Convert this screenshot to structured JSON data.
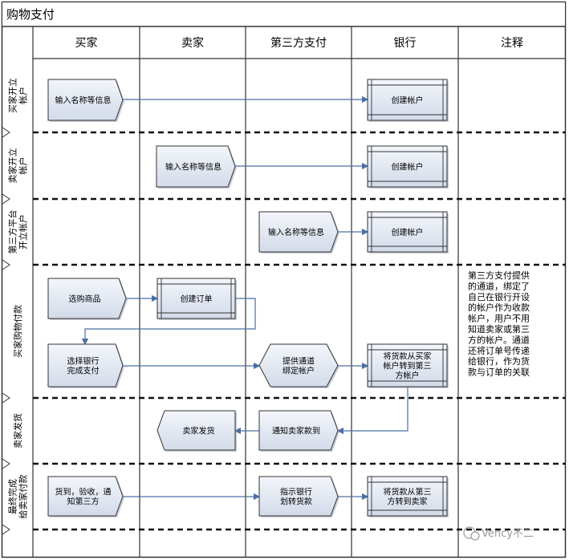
{
  "title": "购物支付",
  "lanes": [
    "买家",
    "卖家",
    "第三方支付",
    "银行",
    "注释"
  ],
  "phases": [
    {
      "id": "p1",
      "lines": [
        "买家开立",
        "帐户"
      ]
    },
    {
      "id": "p2",
      "lines": [
        "卖家开立",
        "帐户"
      ]
    },
    {
      "id": "p3",
      "lines": [
        "第三方平台",
        "开立帐户"
      ]
    },
    {
      "id": "p4",
      "lines": [
        "买家购物付款"
      ]
    },
    {
      "id": "p5",
      "lines": [
        "卖家发货"
      ]
    },
    {
      "id": "p6",
      "lines": [
        "最终完成",
        "给卖家付款"
      ]
    }
  ],
  "nodes": [
    {
      "id": "n1",
      "shape": "doc",
      "lines": [
        "输入名称等信息"
      ]
    },
    {
      "id": "n2",
      "shape": "proc",
      "lines": [
        "创建帐户"
      ]
    },
    {
      "id": "n3",
      "shape": "doc",
      "lines": [
        "输入名称等信息"
      ]
    },
    {
      "id": "n4",
      "shape": "proc",
      "lines": [
        "创建帐户"
      ]
    },
    {
      "id": "n5",
      "shape": "doc",
      "lines": [
        "输入名称等信息"
      ]
    },
    {
      "id": "n6",
      "shape": "proc",
      "lines": [
        "创建帐户"
      ]
    },
    {
      "id": "n7",
      "shape": "doc",
      "lines": [
        "选购商品"
      ]
    },
    {
      "id": "n8",
      "shape": "proc",
      "lines": [
        "创建订单"
      ]
    },
    {
      "id": "n9",
      "shape": "doc",
      "lines": [
        "选择银行",
        "完成支付"
      ]
    },
    {
      "id": "n10",
      "shape": "hex",
      "lines": [
        "提供通道",
        "绑定帐户"
      ]
    },
    {
      "id": "n11",
      "shape": "proc",
      "lines": [
        "将货款从买家",
        "帐户转到第三",
        "方帐户"
      ]
    },
    {
      "id": "n12",
      "shape": "docleft",
      "lines": [
        "卖家发货"
      ]
    },
    {
      "id": "n13",
      "shape": "doc",
      "lines": [
        "通知卖家款到"
      ]
    },
    {
      "id": "n14",
      "shape": "doc",
      "lines": [
        "货到，验收，通",
        "知第三方"
      ]
    },
    {
      "id": "n15",
      "shape": "doc",
      "lines": [
        "指示银行",
        "划转货款"
      ]
    },
    {
      "id": "n16",
      "shape": "proc",
      "lines": [
        "将货款从第三",
        "方转到卖家"
      ]
    }
  ],
  "edges": [
    {
      "from": "n1",
      "to": "n2"
    },
    {
      "from": "n3",
      "to": "n4"
    },
    {
      "from": "n5",
      "to": "n6"
    },
    {
      "from": "n7",
      "to": "n8"
    },
    {
      "from": "n8",
      "to": "n9"
    },
    {
      "from": "n9",
      "to": "n10"
    },
    {
      "from": "n10",
      "to": "n11"
    },
    {
      "from": "n11",
      "to": "n13"
    },
    {
      "from": "n13",
      "to": "n12"
    },
    {
      "from": "n14",
      "to": "n15"
    },
    {
      "from": "n15",
      "to": "n16"
    }
  ],
  "note": {
    "lines": [
      "第三方支付提供",
      "的通道，绑定了",
      "自己在银行开设",
      "的帐户作为收款",
      "帐户，用户不用",
      "知道卖家或第三",
      "方的帐户。通道",
      "还将订单号传递",
      "给银行，作为货",
      "款与订单的关联"
    ]
  },
  "watermark": "Vency不二",
  "colors": {
    "node_fill": "#dde3ee",
    "arrow": "#4a6fa5",
    "border": "#333333"
  }
}
